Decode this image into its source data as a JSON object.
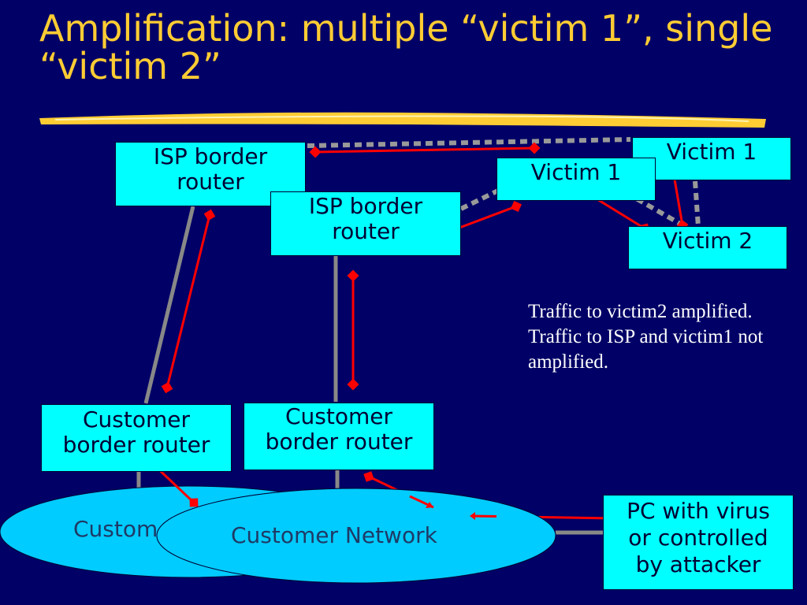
{
  "title": "Amplification: multiple “victim 1”, single “victim 2”",
  "boxes": {
    "isp_router_1": "ISP border router",
    "isp_router_2": "ISP border router",
    "victim1_back": "Victim 1",
    "victim1_front": "Victim 1",
    "victim2": "Victim 2",
    "customer_router_1": "Customer border router",
    "customer_router_2": "Customer border router",
    "pc": "PC with virus or controlled by attacker"
  },
  "networks": {
    "back_label": "Customer Network",
    "front_label": "Customer Network"
  },
  "note": "Traffic to victim2 amplified.  Traffic to ISP and victim1 not amplified.",
  "colors": {
    "background": "#000066",
    "title": "#ffcc33",
    "box_fill": "#00ffff",
    "cloud_fill": "#00ccff",
    "link": "#888888",
    "arrow": "#ff0000"
  }
}
